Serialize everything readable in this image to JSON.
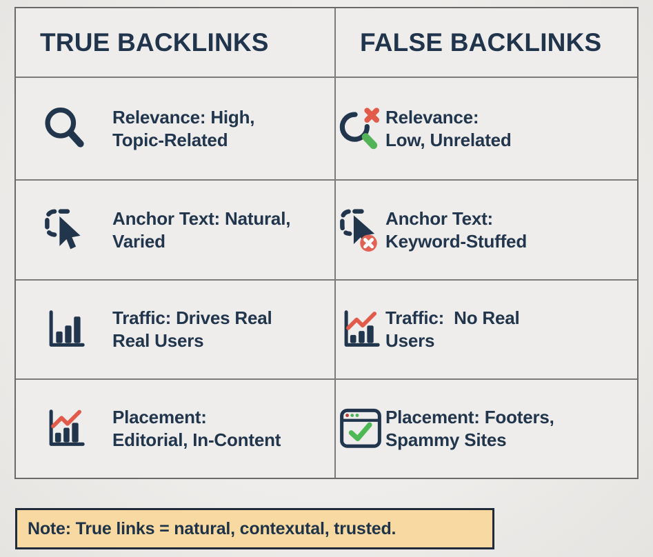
{
  "header": {
    "true_col": "TRUE BACKLINKS",
    "false_col": "FALSE BACKLINKS"
  },
  "rows": [
    {
      "feature": "Relevance",
      "true_col": {
        "icon": "magnifier-icon",
        "text": "Relevance: High,\nTopic-Related"
      },
      "false_col": {
        "icon": "magnifier-x-icon",
        "text": "Relevance:\nLow, Unrelated"
      }
    },
    {
      "feature": "Anchor Text",
      "true_col": {
        "icon": "cursor-select-icon",
        "text": "Anchor Text: Natural,\nVaried"
      },
      "false_col": {
        "icon": "cursor-x-icon",
        "text": "Anchor Text:\nKeyword-Stuffed"
      }
    },
    {
      "feature": "Traffic",
      "true_col": {
        "icon": "bar-chart-icon",
        "text": "Traffic: Drives Real\nReal Users"
      },
      "false_col": {
        "icon": "trend-chart-icon",
        "text": "Traffic:  No Real\nUsers"
      }
    },
    {
      "feature": "Placement",
      "true_col": {
        "icon": "trend-chart-icon",
        "text": "Placement:\nEditorial, In-Content"
      },
      "false_col": {
        "icon": "browser-check-icon",
        "text": "Placement: Footers,\nSpammy Sites"
      }
    }
  ],
  "note": {
    "text": "Note: True links = natural, contexutal, trusted."
  },
  "colors": {
    "navy": "#21364d",
    "red": "#e25b4a",
    "green": "#53b457",
    "dot_red": "#b93a32",
    "note_bg": "#f8d9a2",
    "note_border": "#1f2b3a",
    "cell_bg": "#eeedeb",
    "grid_line": "#7b7b7b"
  }
}
